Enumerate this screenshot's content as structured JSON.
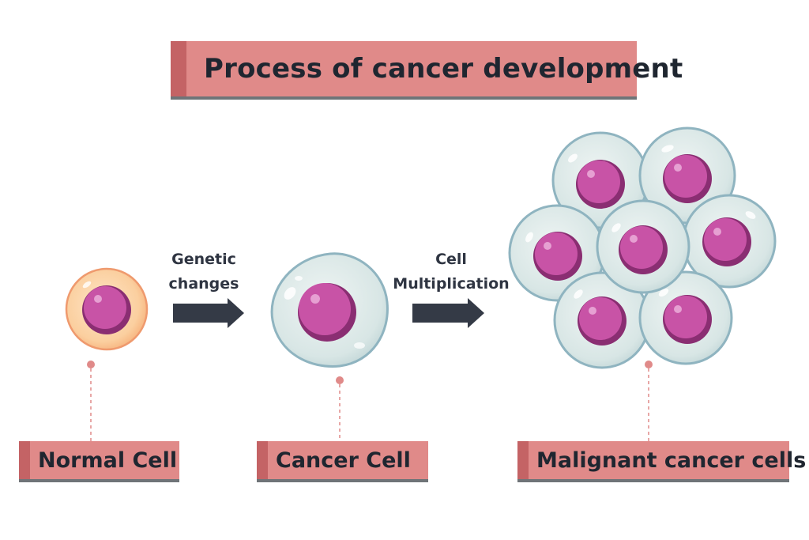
{
  "title": "Process of cancer development",
  "steps": {
    "first_line1": "Genetic",
    "first_line2": "changes",
    "second_line1": "Cell",
    "second_line2": "Multiplication"
  },
  "labels": {
    "normal": "Normal Cell",
    "cancer": "Cancer Cell",
    "malignant": "Malignant cancer cells"
  },
  "colors": {
    "banner": "#e08a89",
    "banner_tab": "#c46365",
    "nucleus": "#c853a6",
    "cancer_cytoplasm": "#d9e6e6",
    "normal_cytoplasm": "#fbd3a6",
    "arrow": "#343a46",
    "leader": "#e08a89"
  }
}
